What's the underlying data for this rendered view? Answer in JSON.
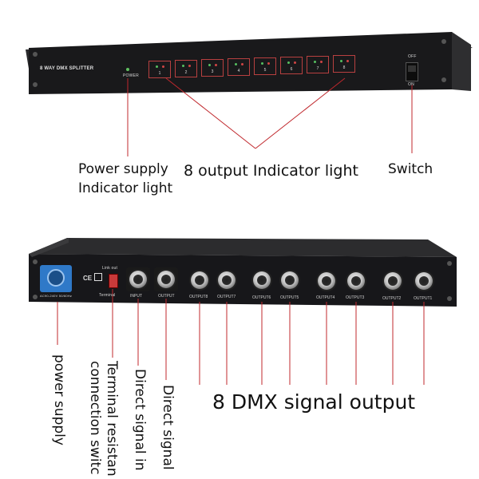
{
  "front_panel": {
    "device_title": "8 WAY DMX SPLITTER",
    "power_label": "POWER",
    "switch_off": "OFF",
    "switch_on": "ON",
    "indicators": [
      "1",
      "2",
      "3",
      "4",
      "5",
      "6",
      "7",
      "8"
    ]
  },
  "front_callouts": {
    "power_indicator_line1": "Power supply",
    "power_indicator_line2": "Indicator light",
    "output_indicators": "8 output Indicator light",
    "switch": "Switch"
  },
  "rear_panel": {
    "link_out": "Link out",
    "terminal": "Terminal",
    "input": "INPUT",
    "power_spec": "AC90-240V 50/60Hz",
    "outputs": [
      "OUTPUT8",
      "OUTPUT7",
      "OUTPUT6",
      "OUTPUT5",
      "OUTPUT4",
      "OUTPUT3",
      "OUTPUT2",
      "OUTPUT1"
    ],
    "direct_output": "OUTPUT"
  },
  "rear_callouts": {
    "power_supply": "power supply",
    "terminal_line1": "Terminal resistan",
    "terminal_line2": "connection switc",
    "direct_in": "Direct signal in",
    "direct_out": "Direct signal",
    "dmx_output": "8 DMX signal output"
  },
  "colors": {
    "callout_line": "#c0282d",
    "panel": "#1c1c1e",
    "powercon": "#2f79c8"
  }
}
